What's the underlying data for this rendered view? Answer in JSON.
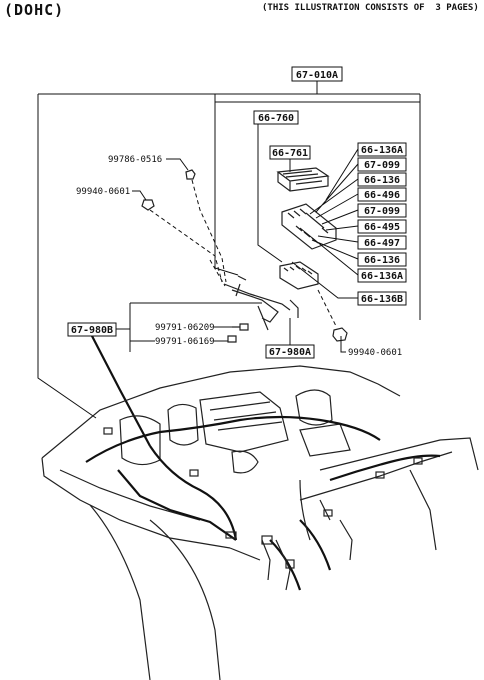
{
  "header": {
    "variant": "(DOHC)",
    "illustration_note": "(THIS ILLUSTRATION CONSISTS OF  3 PAGES)"
  },
  "boxed_parts": {
    "main": "67-010A",
    "p1": "66-760",
    "p2": "66-761",
    "r1": "66-136A",
    "r2": "67-099",
    "r3": "66-136",
    "r4": "66-496",
    "r5": "67-099",
    "r6": "66-495",
    "r7": "66-497",
    "r8": "66-136",
    "r9": "66-136A",
    "r10": "66-136B",
    "bracket": "67-980A",
    "harness": "67-980B"
  },
  "plain_parts": {
    "bolt_top": "99786-0516",
    "clip_left": "99940-0601",
    "bolt_a": "99791-06209",
    "bolt_b": "99791-06169",
    "nut_right": "99940-0601"
  }
}
